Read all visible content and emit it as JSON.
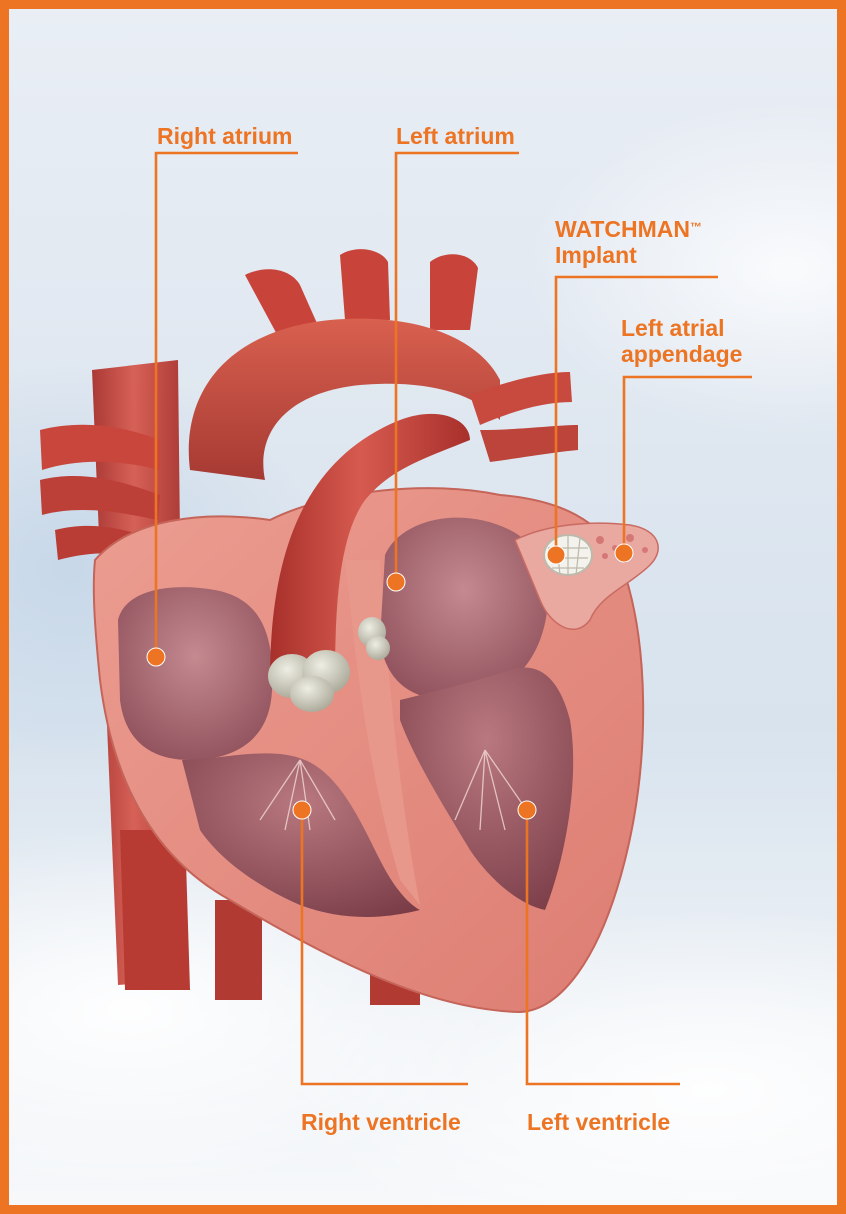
{
  "labels": {
    "right_atrium": "Right atrium",
    "left_atrium": "Left atrium",
    "watchman_line1": "WATCHMAN",
    "watchman_tm": "™",
    "watchman_line2": "Implant",
    "laa_line1": "Left atrial",
    "laa_line2": "appendage",
    "right_ventricle": "Right ventricle",
    "left_ventricle": "Left ventricle"
  },
  "colors": {
    "accent": "#ec7423",
    "vessel": "#c9413a",
    "muscle": "#e48a80",
    "chamber": "#a86770",
    "valve": "#cfcdbf"
  }
}
